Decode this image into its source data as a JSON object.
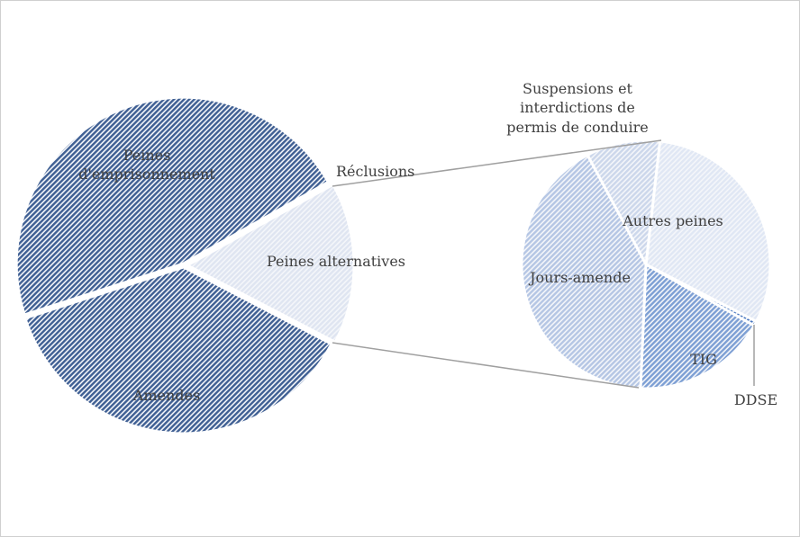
{
  "chart_data": {
    "type": "pie",
    "subtype": "pie-of-pie",
    "unit": "percent (estimated)",
    "main_pie": {
      "slices": [
        {
          "label": "Peines d'emprisonnement",
          "value": 46.8,
          "color": "#3f5f93"
        },
        {
          "label": "Amendes",
          "value": 37.4,
          "color": "#3f5f93"
        },
        {
          "label": "Peines alternatives",
          "value": 15.7,
          "color": "#dfe5f1"
        },
        {
          "label": "Réclusions",
          "value": 0.1,
          "color": "#3f5f93"
        }
      ]
    },
    "secondary_pie": {
      "source_slice": "Peines alternatives",
      "slices": [
        {
          "label": "TIG",
          "value": 17.5,
          "color": "#7d9fd4"
        },
        {
          "label": "DDSE",
          "value": 0.6,
          "color": "#4a78c0"
        },
        {
          "label": "Autres peines",
          "value": 30.8,
          "color": "#e0e7f4"
        },
        {
          "label": "Suspensions et interdictions de permis de conduire",
          "value": 9.6,
          "color": "#ccd7eb"
        },
        {
          "label": "Jours-amende",
          "value": 41.5,
          "color": "#b5c6e4"
        }
      ]
    },
    "labels": {
      "emprisonnement_l1": "Peines",
      "emprisonnement_l2": "d'emprisonnement",
      "amendes": "Amendes",
      "alternatives": "Peines alternatives",
      "reclusions": "Réclusions",
      "suspensions_l1": "Suspensions et",
      "suspensions_l2": "interdictions de",
      "suspensions_l3": "permis de conduire",
      "autres": "Autres peines",
      "jours": "Jours-amende",
      "tig": "TIG",
      "ddse": "DDSE"
    }
  }
}
